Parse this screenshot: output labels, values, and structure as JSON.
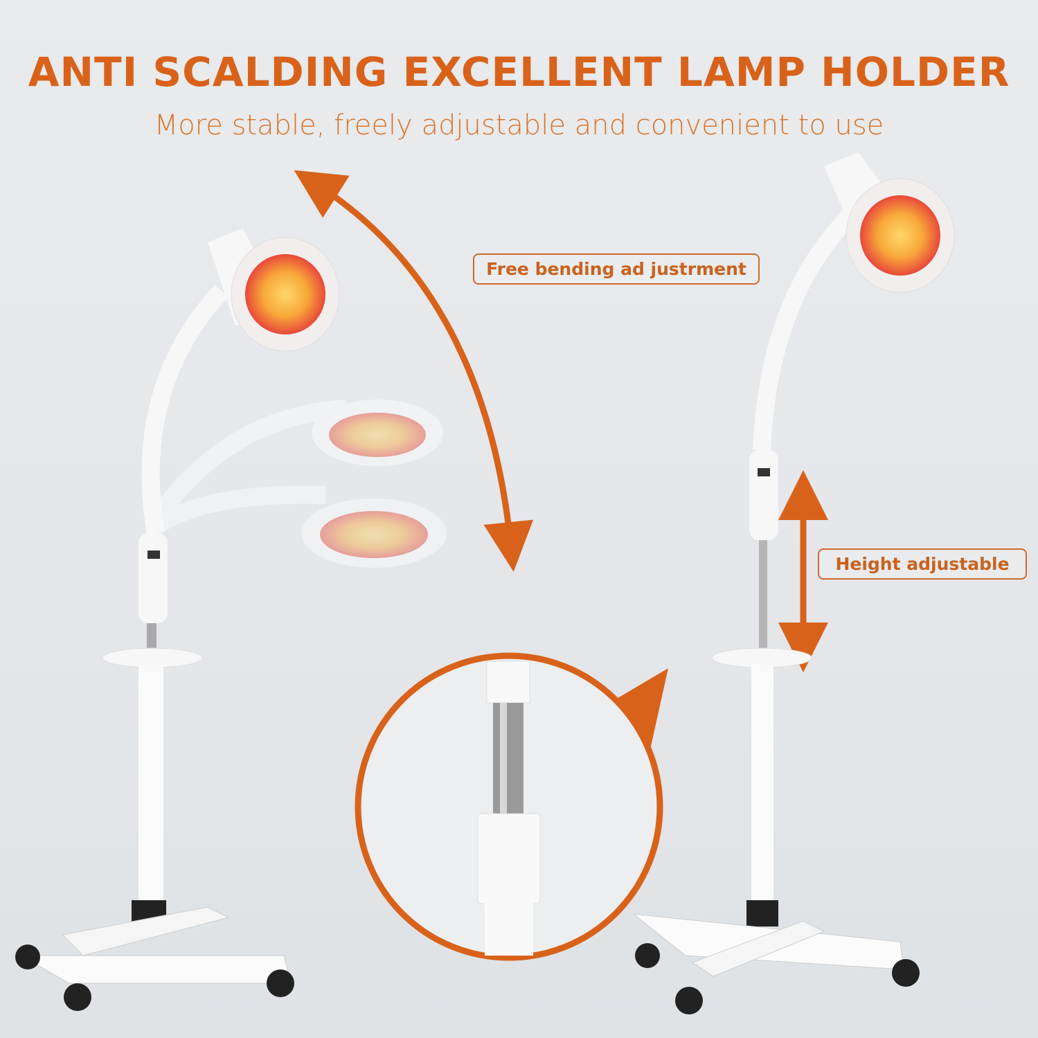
{
  "header": {
    "title": "ANTI SCALDING EXCELLENT LAMP HOLDER",
    "subtitle": "More stable, freely adjustable and convenient to use"
  },
  "callouts": {
    "bending": "Free bending ad justrment",
    "height": "Height adjustable"
  },
  "colors": {
    "accent": "#d9621a",
    "background": "#e8eaec"
  }
}
